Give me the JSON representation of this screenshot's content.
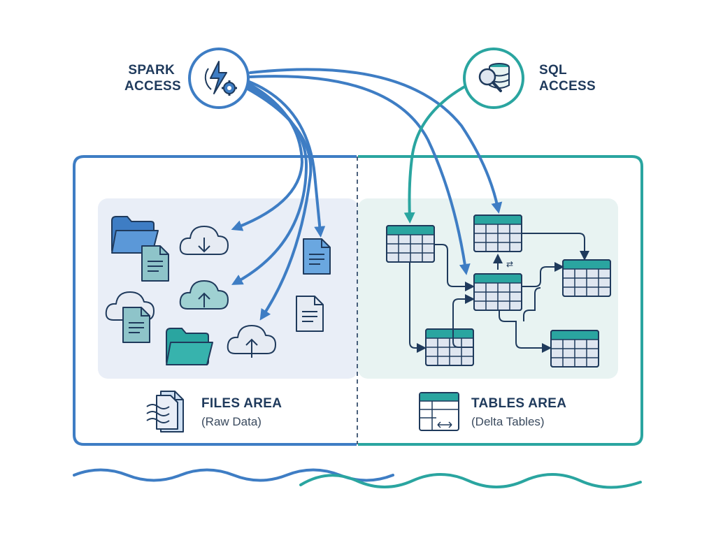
{
  "spark": {
    "line1": "SPARK",
    "line2": "ACCESS",
    "icon": "spark-gear-icon",
    "color": "#3e7dc4"
  },
  "sql": {
    "line1": "SQL",
    "line2": "ACCESS",
    "icon": "database-search-icon",
    "color": "#2aa5a0"
  },
  "files_area": {
    "title": "FILES AREA",
    "subtitle": "(Raw Data)",
    "icon": "raw-files-icon"
  },
  "tables_area": {
    "title": "TABLES AREA",
    "subtitle": "(Delta Tables)",
    "icon": "delta-table-icon"
  },
  "colors": {
    "blue": "#3e7dc4",
    "teal": "#2aa5a0",
    "navy": "#1f3a5c",
    "files_bg": "#e9eef7",
    "tables_bg": "#e8f3f2"
  }
}
